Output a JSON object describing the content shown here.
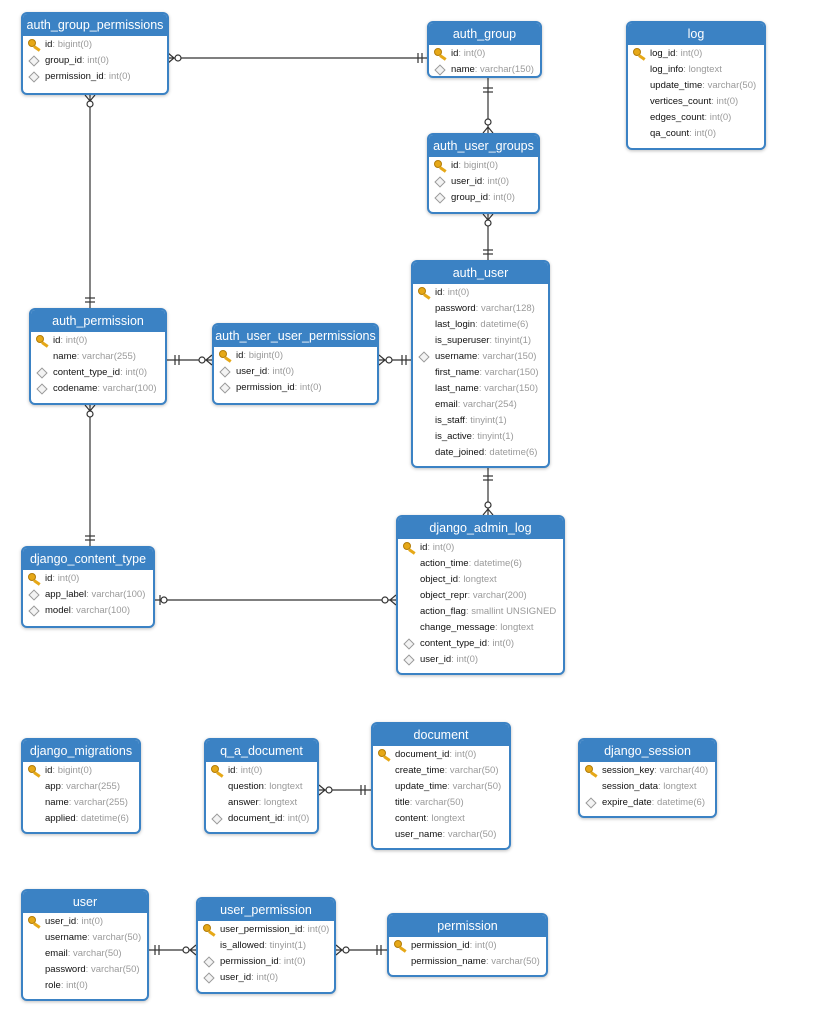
{
  "tables": [
    {
      "name": "auth_group_permissions",
      "columns": [
        {
          "name": "id",
          "type": "bigint(0)",
          "icon": "key-icon"
        },
        {
          "name": "group_id",
          "type": "int(0)",
          "icon": "diamond-icon"
        },
        {
          "name": "permission_id",
          "type": "int(0)",
          "icon": "diamond-icon"
        }
      ]
    },
    {
      "name": "auth_group",
      "columns": [
        {
          "name": "id",
          "type": "int(0)",
          "icon": "key-icon"
        },
        {
          "name": "name",
          "type": "varchar(150)",
          "icon": "diamond-icon"
        }
      ]
    },
    {
      "name": "log",
      "columns": [
        {
          "name": "log_id",
          "type": "int(0)",
          "icon": "key-icon"
        },
        {
          "name": "log_info",
          "type": "longtext",
          "icon": "none"
        },
        {
          "name": "update_time",
          "type": "varchar(50)",
          "icon": "none"
        },
        {
          "name": "vertices_count",
          "type": "int(0)",
          "icon": "none"
        },
        {
          "name": "edges_count",
          "type": "int(0)",
          "icon": "none"
        },
        {
          "name": "qa_count",
          "type": "int(0)",
          "icon": "none"
        }
      ]
    },
    {
      "name": "auth_user_groups",
      "columns": [
        {
          "name": "id",
          "type": "bigint(0)",
          "icon": "key-icon"
        },
        {
          "name": "user_id",
          "type": "int(0)",
          "icon": "diamond-icon"
        },
        {
          "name": "group_id",
          "type": "int(0)",
          "icon": "diamond-icon"
        }
      ]
    },
    {
      "name": "auth_user",
      "columns": [
        {
          "name": "id",
          "type": "int(0)",
          "icon": "key-icon"
        },
        {
          "name": "password",
          "type": "varchar(128)",
          "icon": "none"
        },
        {
          "name": "last_login",
          "type": "datetime(6)",
          "icon": "none"
        },
        {
          "name": "is_superuser",
          "type": "tinyint(1)",
          "icon": "none"
        },
        {
          "name": "username",
          "type": "varchar(150)",
          "icon": "diamond-icon"
        },
        {
          "name": "first_name",
          "type": "varchar(150)",
          "icon": "none"
        },
        {
          "name": "last_name",
          "type": "varchar(150)",
          "icon": "none"
        },
        {
          "name": "email",
          "type": "varchar(254)",
          "icon": "none"
        },
        {
          "name": "is_staff",
          "type": "tinyint(1)",
          "icon": "none"
        },
        {
          "name": "is_active",
          "type": "tinyint(1)",
          "icon": "none"
        },
        {
          "name": "date_joined",
          "type": "datetime(6)",
          "icon": "none"
        }
      ]
    },
    {
      "name": "auth_permission",
      "columns": [
        {
          "name": "id",
          "type": "int(0)",
          "icon": "key-icon"
        },
        {
          "name": "name",
          "type": "varchar(255)",
          "icon": "none"
        },
        {
          "name": "content_type_id",
          "type": "int(0)",
          "icon": "diamond-icon"
        },
        {
          "name": "codename",
          "type": "varchar(100)",
          "icon": "diamond-icon"
        }
      ]
    },
    {
      "name": "auth_user_user_permissions",
      "columns": [
        {
          "name": "id",
          "type": "bigint(0)",
          "icon": "key-icon"
        },
        {
          "name": "user_id",
          "type": "int(0)",
          "icon": "diamond-icon"
        },
        {
          "name": "permission_id",
          "type": "int(0)",
          "icon": "diamond-icon"
        }
      ]
    },
    {
      "name": "django_admin_log",
      "columns": [
        {
          "name": "id",
          "type": "int(0)",
          "icon": "key-icon"
        },
        {
          "name": "action_time",
          "type": "datetime(6)",
          "icon": "none"
        },
        {
          "name": "object_id",
          "type": "longtext",
          "icon": "none"
        },
        {
          "name": "object_repr",
          "type": "varchar(200)",
          "icon": "none"
        },
        {
          "name": "action_flag",
          "type": "smallint UNSIGNED",
          "icon": "none"
        },
        {
          "name": "change_message",
          "type": "longtext",
          "icon": "none"
        },
        {
          "name": "content_type_id",
          "type": "int(0)",
          "icon": "diamond-icon"
        },
        {
          "name": "user_id",
          "type": "int(0)",
          "icon": "diamond-icon"
        }
      ]
    },
    {
      "name": "django_content_type",
      "columns": [
        {
          "name": "id",
          "type": "int(0)",
          "icon": "key-icon"
        },
        {
          "name": "app_label",
          "type": "varchar(100)",
          "icon": "diamond-icon"
        },
        {
          "name": "model",
          "type": "varchar(100)",
          "icon": "diamond-icon"
        }
      ]
    },
    {
      "name": "django_migrations",
      "columns": [
        {
          "name": "id",
          "type": "bigint(0)",
          "icon": "key-icon"
        },
        {
          "name": "app",
          "type": "varchar(255)",
          "icon": "none"
        },
        {
          "name": "name",
          "type": "varchar(255)",
          "icon": "none"
        },
        {
          "name": "applied",
          "type": "datetime(6)",
          "icon": "none"
        }
      ]
    },
    {
      "name": "q_a_document",
      "columns": [
        {
          "name": "id",
          "type": "int(0)",
          "icon": "key-icon"
        },
        {
          "name": "question",
          "type": "longtext",
          "icon": "none"
        },
        {
          "name": "answer",
          "type": "longtext",
          "icon": "none"
        },
        {
          "name": "document_id",
          "type": "int(0)",
          "icon": "diamond-icon"
        }
      ]
    },
    {
      "name": "document",
      "columns": [
        {
          "name": "document_id",
          "type": "int(0)",
          "icon": "key-icon"
        },
        {
          "name": "create_time",
          "type": "varchar(50)",
          "icon": "none"
        },
        {
          "name": "update_time",
          "type": "varchar(50)",
          "icon": "none"
        },
        {
          "name": "title",
          "type": "varchar(50)",
          "icon": "none"
        },
        {
          "name": "content",
          "type": "longtext",
          "icon": "none"
        },
        {
          "name": "user_name",
          "type": "varchar(50)",
          "icon": "none"
        }
      ]
    },
    {
      "name": "django_session",
      "columns": [
        {
          "name": "session_key",
          "type": "varchar(40)",
          "icon": "key-icon"
        },
        {
          "name": "session_data",
          "type": "longtext",
          "icon": "none"
        },
        {
          "name": "expire_date",
          "type": "datetime(6)",
          "icon": "diamond-icon"
        }
      ]
    },
    {
      "name": "user",
      "columns": [
        {
          "name": "user_id",
          "type": "int(0)",
          "icon": "key-icon"
        },
        {
          "name": "username",
          "type": "varchar(50)",
          "icon": "none"
        },
        {
          "name": "email",
          "type": "varchar(50)",
          "icon": "none"
        },
        {
          "name": "password",
          "type": "varchar(50)",
          "icon": "none"
        },
        {
          "name": "role",
          "type": "int(0)",
          "icon": "none"
        }
      ]
    },
    {
      "name": "user_permission",
      "columns": [
        {
          "name": "user_permission_id",
          "type": "int(0)",
          "icon": "key-icon"
        },
        {
          "name": "is_allowed",
          "type": "tinyint(1)",
          "icon": "none"
        },
        {
          "name": "permission_id",
          "type": "int(0)",
          "icon": "diamond-icon"
        },
        {
          "name": "user_id",
          "type": "int(0)",
          "icon": "diamond-icon"
        }
      ]
    },
    {
      "name": "permission",
      "columns": [
        {
          "name": "permission_id",
          "type": "int(0)",
          "icon": "key-icon"
        },
        {
          "name": "permission_name",
          "type": "varchar(50)",
          "icon": "none"
        }
      ]
    }
  ],
  "relationships": [
    {
      "from": "auth_group_permissions",
      "to": "auth_group"
    },
    {
      "from": "auth_group_permissions",
      "to": "auth_permission"
    },
    {
      "from": "auth_user_groups",
      "to": "auth_group"
    },
    {
      "from": "auth_user_groups",
      "to": "auth_user"
    },
    {
      "from": "auth_user_user_permissions",
      "to": "auth_permission"
    },
    {
      "from": "auth_user_user_permissions",
      "to": "auth_user"
    },
    {
      "from": "django_admin_log",
      "to": "auth_user"
    },
    {
      "from": "django_admin_log",
      "to": "django_content_type"
    },
    {
      "from": "auth_permission",
      "to": "django_content_type"
    },
    {
      "from": "q_a_document",
      "to": "document"
    },
    {
      "from": "user_permission",
      "to": "user"
    },
    {
      "from": "user_permission",
      "to": "permission"
    }
  ],
  "colors": {
    "header": "#3b82c4",
    "border": "#3b82c4",
    "line": "#333333",
    "key": "#e6a817",
    "type_text": "#9a9a9a"
  }
}
